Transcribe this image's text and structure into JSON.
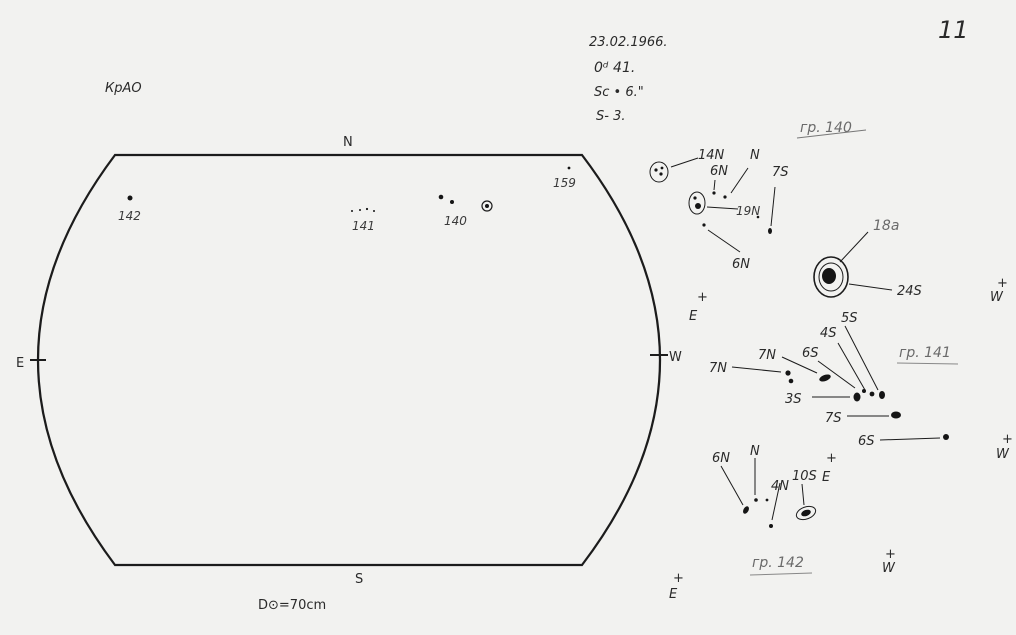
{
  "page_number": "11",
  "observatory": "КрАО",
  "header": {
    "date": "23.02.1966.",
    "time": "0ᵈ 41.",
    "seeing": "Sc • 6.\"",
    "s_value": "S- 3."
  },
  "disk": {
    "north": "N",
    "south": "S",
    "east": "E",
    "west": "W",
    "diameter_note": "D⊙=70cm",
    "groups": [
      {
        "number": "142"
      },
      {
        "number": "141"
      },
      {
        "number": "140"
      },
      {
        "number": "159"
      }
    ]
  },
  "detail_140": {
    "title": "гр. 140",
    "labels": [
      "14N",
      "6N",
      "N",
      "7S",
      "19N",
      "6N",
      "18a",
      "24S"
    ],
    "east": "E",
    "west": "W"
  },
  "detail_141": {
    "title": "гр. 141",
    "labels": [
      "5S",
      "4S",
      "7N",
      "6S",
      "7N",
      "3S",
      "7S",
      "6S"
    ],
    "west": "W"
  },
  "detail_142": {
    "title": "гр. 142",
    "labels": [
      "6N",
      "N",
      "4N",
      "10S"
    ],
    "east": "E",
    "west": "W",
    "east2": "E"
  }
}
